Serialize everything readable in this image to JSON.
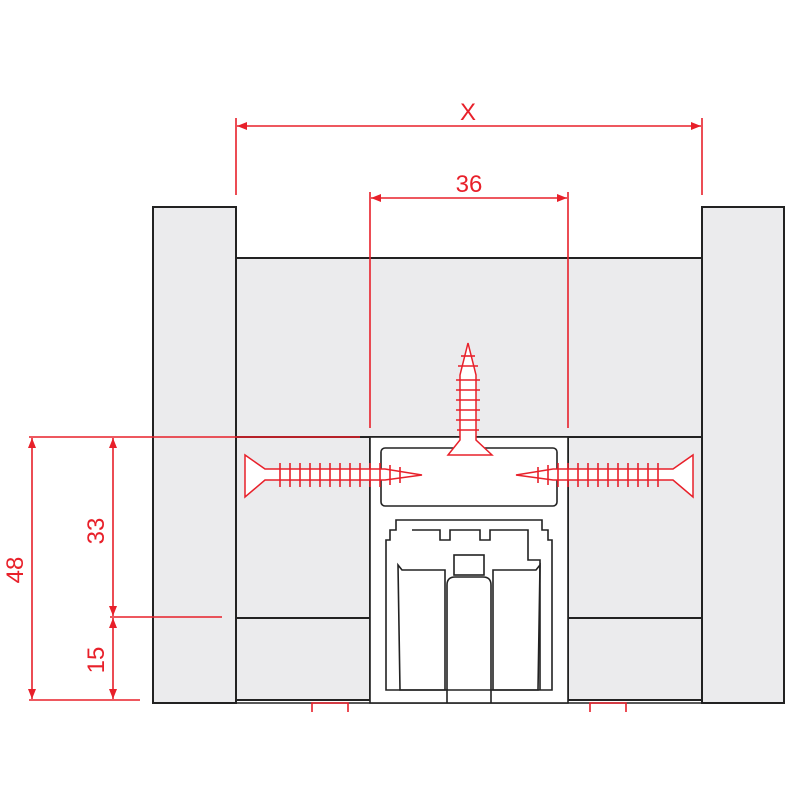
{
  "dimensions": {
    "overall_width": "X",
    "track_width": "36",
    "total_height": "48",
    "upper_height": "33",
    "lower_height": "15"
  },
  "colors": {
    "dimension": "#e8202a",
    "material": "#ebebed",
    "outline": "#222222"
  }
}
